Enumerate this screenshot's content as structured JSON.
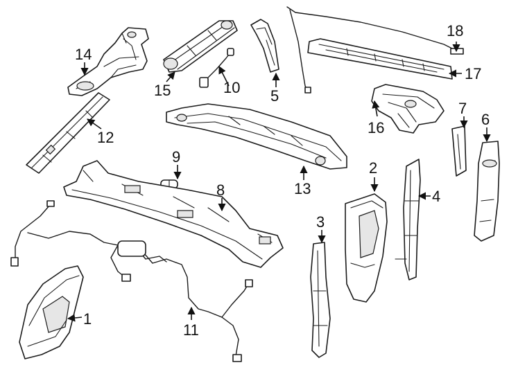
{
  "diagram": {
    "background": "#ffffff",
    "line_color": "#1a1a1a",
    "callouts": {
      "c1": "1",
      "c2": "2",
      "c3": "3",
      "c4": "4",
      "c5": "5",
      "c6": "6",
      "c7": "7",
      "c8": "8",
      "c9": "9",
      "c10": "10",
      "c11": "11",
      "c12": "12",
      "c13": "13",
      "c14": "14",
      "c15": "15",
      "c16": "16",
      "c17": "17",
      "c18": "18"
    }
  }
}
